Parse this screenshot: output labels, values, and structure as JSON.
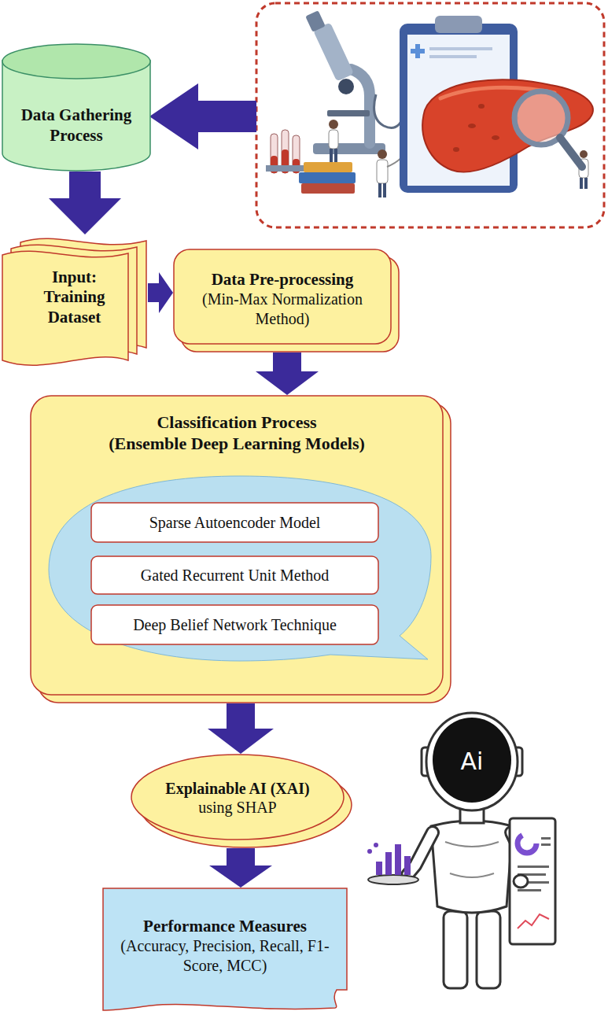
{
  "diagram": {
    "nodes": [
      {
        "text": [
          "Data Gathering Process"
        ]
      },
      {
        "text": [
          "Input: Training Dataset"
        ]
      },
      {
        "text": [
          "Data Pre-processing",
          "(Min-Max Normalization Method)"
        ]
      },
      {
        "text": [
          "Classification Process",
          "(Ensemble Deep Learning Models)"
        ]
      },
      {
        "text": [
          "Sparse Autoencoder Model"
        ],
        "in": 3
      },
      {
        "text": [
          "Gated Recurrent Unit Method"
        ],
        "in": 3
      },
      {
        "text": [
          "Deep Belief Network Technique"
        ],
        "in": 3
      },
      {
        "text": [
          "Explainable AI (XAI)",
          "using SHAP"
        ]
      },
      {
        "text": [
          "Performance Measures",
          "(Accuracy, Precision, Recall, F1-Score, MCC)"
        ]
      }
    ],
    "edges": [
      {
        "from": 0,
        "to": 1,
        "arrow": "to"
      },
      {
        "from": 1,
        "to": 2,
        "arrow": "to"
      },
      {
        "from": 2,
        "to": 3,
        "arrow": "to"
      },
      {
        "from": 3,
        "to": 7,
        "arrow": "to"
      },
      {
        "from": 7,
        "to": 8,
        "arrow": "to"
      }
    ],
    "labels": [
      "Ai"
    ]
  }
}
